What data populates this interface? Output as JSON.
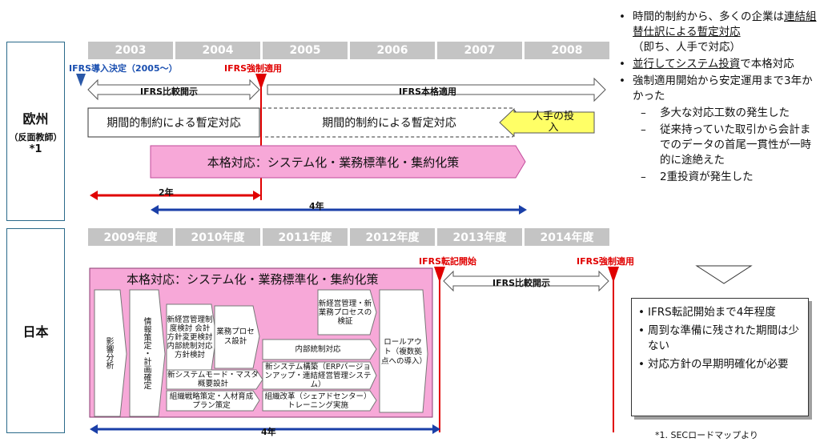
{
  "europe": {
    "label": "欧州",
    "sub": "（反面教師）",
    "note": "*1",
    "years": [
      "2003",
      "2004",
      "2005",
      "2006",
      "2007",
      "2008"
    ],
    "decision_label": "IFRS導入決定（2005～）",
    "mandatory_label": "IFRS強制適用",
    "comparison_label": "IFRS比較開示",
    "full_label": "IFRS本格適用",
    "interim_left": "期間的制約による暫定対応",
    "interim_right": "期間的制約による暫定対応",
    "manual_label": "人手の投入",
    "full_response": "本格対応：システム化・業務標準化・集約化策",
    "span_2y": "2年",
    "span_4y": "4年"
  },
  "japan": {
    "label": "日本",
    "years": [
      "2009年度",
      "2010年度",
      "2011年度",
      "2012年度",
      "2013年度",
      "2014年度"
    ],
    "transfer_label": "IFRS転記開始",
    "mandatory_label": "IFRS強制適用",
    "comparison_label": "IFRS比較開示",
    "full_response": "本格対応：システム化・業務標準化・集約化策",
    "tasks": {
      "impact": "影響分析",
      "info": "情報策定・計画確定",
      "mgmt": "新経営管理制度検討 会計方針変更検討 内部統制対応方針検討",
      "process": "業務プロセス設計",
      "system": "新システムモード・マスタ概要設計",
      "org": "組織戦略策定・人材育成プラン策定",
      "verify": "新経営管理・新業務プロセスの検証",
      "internal": "内部統制対応",
      "build": "新システム構築（ERPバージョンアップ・連結経営管理システム）",
      "reform": "組織改革（シェアドセンター）トレーニング実施",
      "rollout": "ロールアウト（複数拠点への導入）"
    },
    "span_4y": "4年"
  },
  "bullets": [
    {
      "type": "li",
      "parts": [
        "時間的制約から、多くの企業は",
        "連結組替仕訳による暫定対応",
        "（即ち、人手で対応）"
      ]
    },
    {
      "type": "li",
      "parts": [
        "並行してシステム投資",
        "で本格対応"
      ]
    },
    {
      "type": "li",
      "parts": [
        "強制適用開始から安定運用まで3年かかった"
      ]
    },
    {
      "type": "sub",
      "parts": [
        "多大な対応工数の発生した"
      ]
    },
    {
      "type": "sub",
      "parts": [
        "従来持っていた取引から会計までのデータの首尾一貫性が一時的に途絶えた"
      ]
    },
    {
      "type": "sub",
      "parts": [
        "2重投資が発生した"
      ]
    }
  ],
  "summary": [
    "IFRS転記開始まで4年程度",
    "周到な準備に残された期間は少ない",
    "対応方針の早期明確化が必要"
  ],
  "footnote": "*1. SECロードマップより",
  "colors": {
    "pink": "#f7a8d8",
    "pink_border": "#c04a9a",
    "red": "#e00000",
    "blue": "#1a3fa8",
    "year_gray": "#c4c4c4",
    "yellow": "#ffff66"
  }
}
